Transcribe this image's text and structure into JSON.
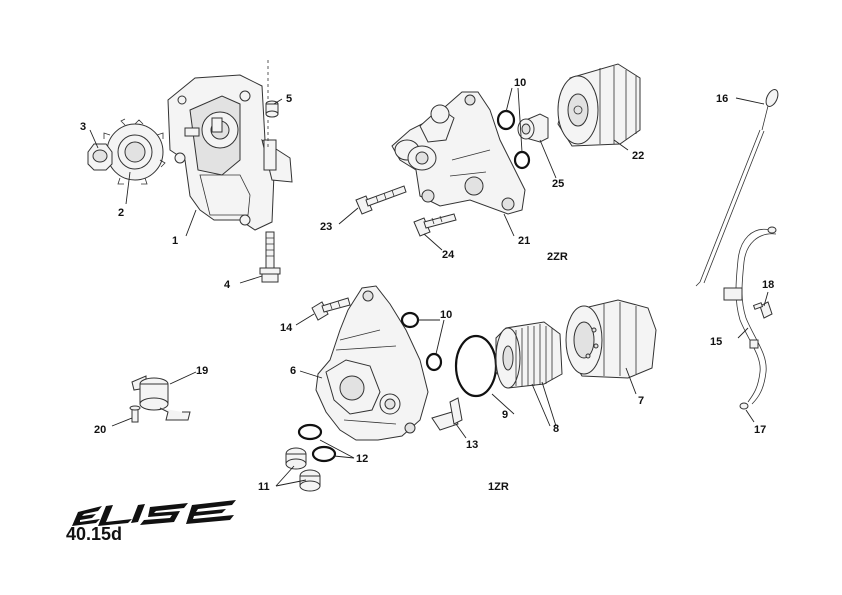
{
  "brand": {
    "logo_text": "ELISE"
  },
  "figure_ref": "40.15d",
  "variants": {
    "v2zr": "2ZR",
    "v1zr": "1ZR"
  },
  "callouts": {
    "c1": "1",
    "c2": "2",
    "c3": "3",
    "c4": "4",
    "c5": "5",
    "c6": "6",
    "c7": "7",
    "c8": "8",
    "c9": "9",
    "c10a": "10",
    "c10b": "10",
    "c11": "11",
    "c12": "12",
    "c13": "13",
    "c14": "14",
    "c15": "15",
    "c16": "16",
    "c17": "17",
    "c18": "18",
    "c19": "19",
    "c20": "20",
    "c21": "21",
    "c22": "22",
    "c23": "23",
    "c24": "24",
    "c25": "25"
  },
  "colors": {
    "line": "#222222",
    "part_fill": "#f4f4f4",
    "shade": "#e2e2e2",
    "oring": "#111111"
  }
}
